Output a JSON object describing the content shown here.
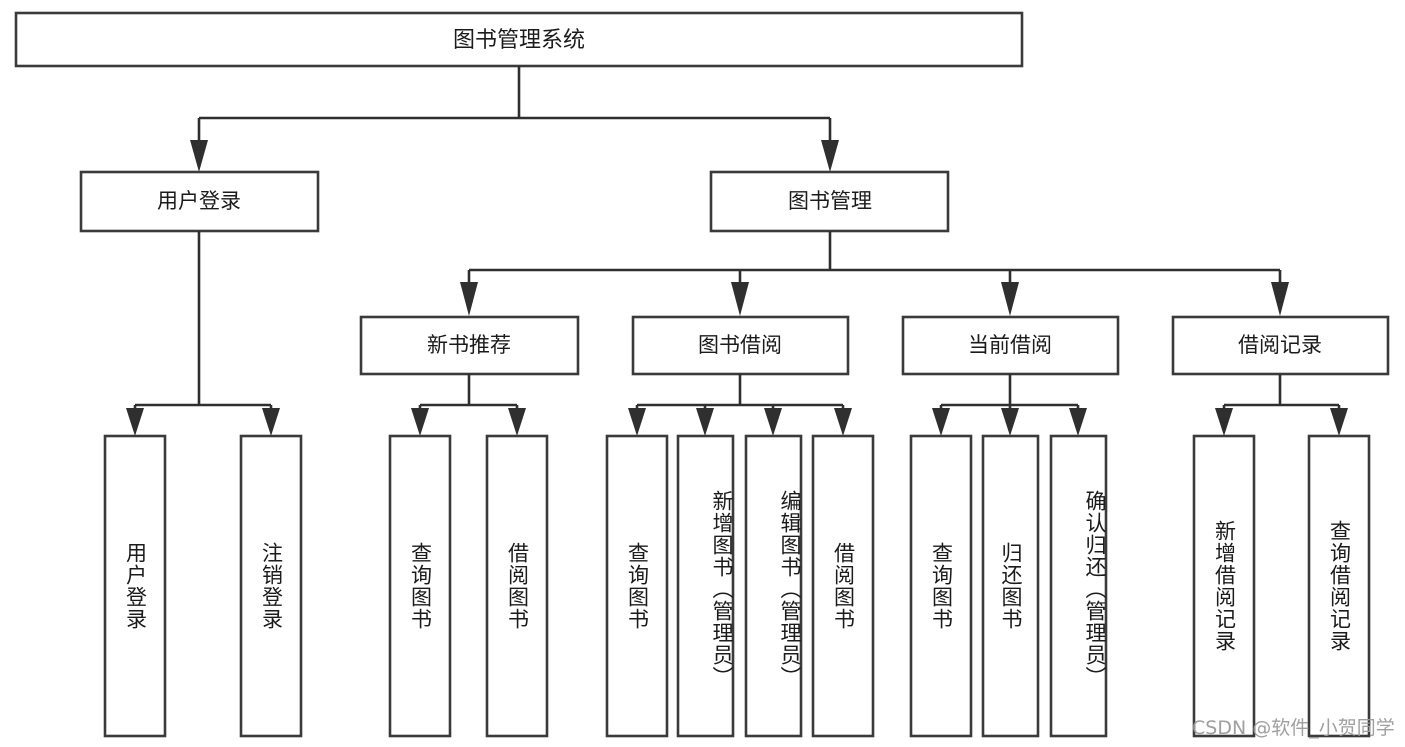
{
  "diagram": {
    "type": "tree-hierarchy",
    "title": "图书管理系统",
    "watermark": "CSDN @软件_小贺同学",
    "colors": {
      "box_stroke": "#3a3a3a",
      "connector": "#2f2f2f",
      "box_fill": "#ffffff",
      "text": "#1b1b1b",
      "watermark": "#9a9a9a",
      "background": "#ffffff"
    },
    "root": {
      "label": "图书管理系统"
    },
    "level1": [
      {
        "label": "用户登录"
      },
      {
        "label": "图书管理"
      }
    ],
    "level2": [
      {
        "label": "新书推荐"
      },
      {
        "label": "图书借阅"
      },
      {
        "label": "当前借阅"
      },
      {
        "label": "借阅记录"
      }
    ],
    "leaves": {
      "user_login": [
        {
          "label": "用户登录"
        },
        {
          "label": "注销登录"
        }
      ],
      "new_book_recommend": [
        {
          "label": "查询图书"
        },
        {
          "label": "借阅图书"
        }
      ],
      "book_borrow": [
        {
          "label": "查询图书"
        },
        {
          "label": "新增图书（管理员）"
        },
        {
          "label": "编辑图书（管理员）"
        },
        {
          "label": "借阅图书"
        }
      ],
      "current_borrow": [
        {
          "label": "查询图书"
        },
        {
          "label": "归还图书"
        },
        {
          "label": "确认归还（管理员）"
        }
      ],
      "borrow_record": [
        {
          "label": "新增借阅记录"
        },
        {
          "label": "查询借阅记录"
        }
      ]
    }
  }
}
